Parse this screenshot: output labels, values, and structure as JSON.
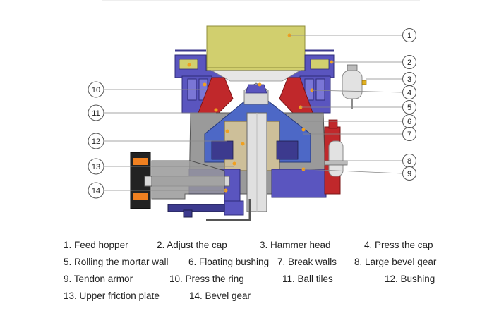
{
  "callouts": [
    {
      "number": "1"
    },
    {
      "number": "2"
    },
    {
      "number": "3"
    },
    {
      "number": "4"
    },
    {
      "number": "5"
    },
    {
      "number": "6"
    },
    {
      "number": "7"
    },
    {
      "number": "8"
    },
    {
      "number": "9"
    },
    {
      "number": "10"
    },
    {
      "number": "11"
    },
    {
      "number": "12"
    },
    {
      "number": "13"
    },
    {
      "number": "14"
    }
  ],
  "legend": [
    "1. Feed hopper",
    "2. Adjust the cap",
    "3. Hammer head",
    "4. Press the cap",
    "5. Rolling the mortar wall",
    "6. Floating bushing",
    "7. Break walls",
    "8. Large bevel gear",
    "9. Tendon armor",
    "10. Press the ring",
    "11. Ball tiles",
    "12. Bushing",
    "13. Upper friction plate",
    "14. Bevel gear"
  ],
  "colors": {
    "hopper": "#d1cf6e",
    "frame": "#5a55bf",
    "frame_dark": "#3c3a8e",
    "liner": "#c0282b",
    "mantle": "#4d68c6",
    "body_gray": "#9a9a9a",
    "shaft": "#d8d8d8",
    "orange_dot": "#f0a020",
    "line": "#888888"
  }
}
